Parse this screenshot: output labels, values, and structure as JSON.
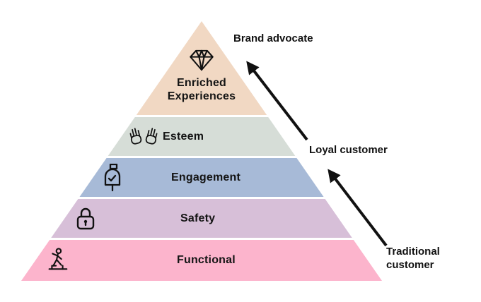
{
  "pyramid": {
    "levels": [
      {
        "label": "Enriched Experiences",
        "icon": "diamond-icon",
        "color": "#f1d8c3"
      },
      {
        "label": "Esteem",
        "icon": "raised-hands-icon",
        "color": "#d6ddd7"
      },
      {
        "label": "Engagement",
        "icon": "mailbox-icon",
        "color": "#a7bad7"
      },
      {
        "label": "Safety",
        "icon": "padlock-icon",
        "color": "#d7bfd8"
      },
      {
        "label": "Functional",
        "icon": "exercise-machine-icon",
        "color": "#fcb4cc"
      }
    ]
  },
  "annotations": {
    "top": {
      "label": "Brand advocate"
    },
    "middle": {
      "label": "Loyal customer"
    },
    "bottom": {
      "label": "Traditional customer"
    }
  },
  "arrow_color": "#111111",
  "text_color": "#141414"
}
